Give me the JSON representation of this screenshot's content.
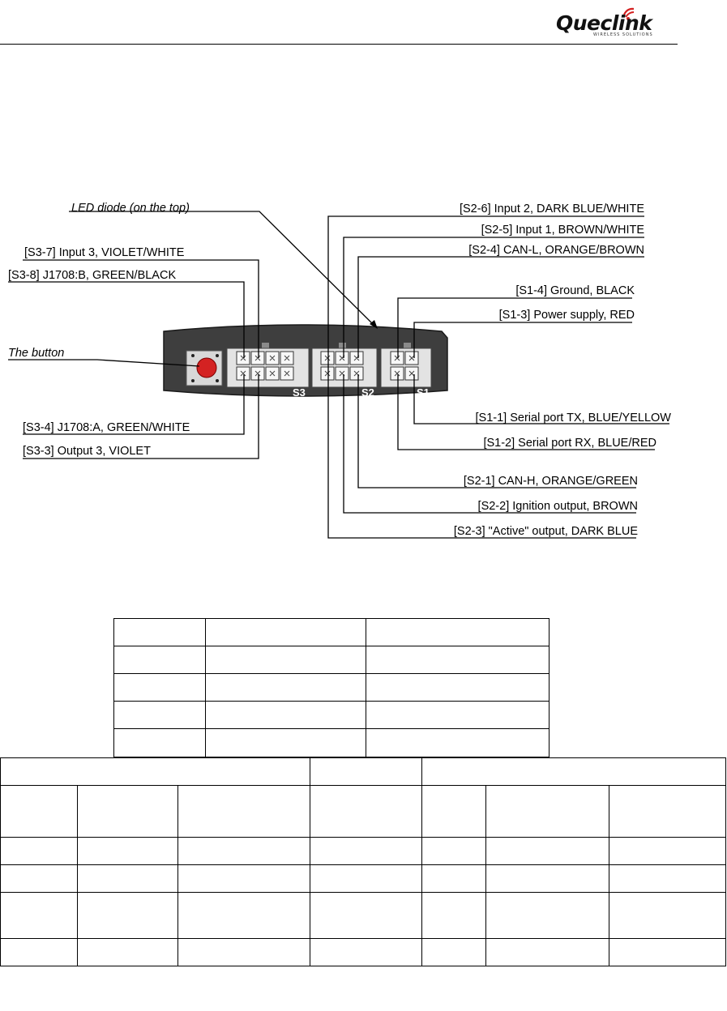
{
  "header": {
    "logo_text": "Queclink",
    "logo_subtitle": "WIRELESS SOLUTIONS"
  },
  "diagram": {
    "led_label": "LED diode (on the top)",
    "button_label": "The button",
    "connector_s3": "S3",
    "connector_s2": "S2",
    "connector_s1": "S1",
    "pins": {
      "s2_6": "[S2-6] Input 2, DARK BLUE/WHITE",
      "s2_5": "[S2-5] Input 1, BROWN/WHITE",
      "s2_4": "[S2-4] CAN-L, ORANGE/BROWN",
      "s3_7": "[S3-7] Input 3, VIOLET/WHITE",
      "s3_8": "[S3-8] J1708:B, GREEN/BLACK",
      "s1_4": "[S1-4] Ground, BLACK",
      "s1_3": "[S1-3] Power supply, RED",
      "s3_4": "[S3-4] J1708:A, GREEN/WHITE",
      "s3_3": "[S3-3] Output 3, VIOLET",
      "s1_1": "[S1-1] Serial port TX, BLUE/YELLOW",
      "s1_2": "[S1-2] Serial port RX, BLUE/RED",
      "s2_1": "[S2-1] CAN-H, ORANGE/GREEN",
      "s2_2": "[S2-2] Ignition output, BROWN",
      "s2_3": "[S2-3] \"Active\" output, DARK BLUE"
    }
  }
}
